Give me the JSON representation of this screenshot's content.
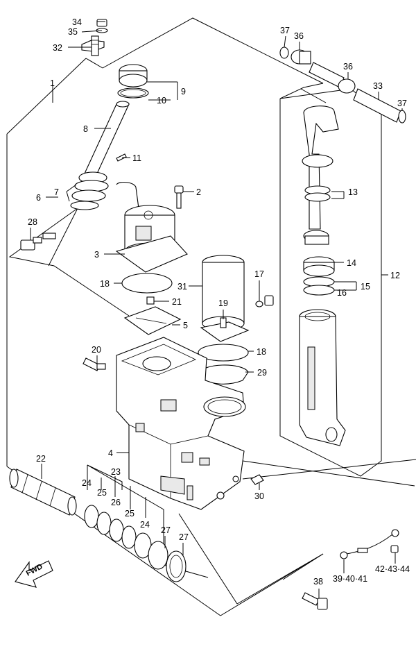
{
  "diagram": {
    "fwd_label": "FWD",
    "callouts": [
      {
        "id": "c1",
        "text": "1"
      },
      {
        "id": "c2",
        "text": "2"
      },
      {
        "id": "c3",
        "text": "3"
      },
      {
        "id": "c4",
        "text": "4"
      },
      {
        "id": "c5",
        "text": "5"
      },
      {
        "id": "c6",
        "text": "6"
      },
      {
        "id": "c7",
        "text": "7"
      },
      {
        "id": "c8",
        "text": "8"
      },
      {
        "id": "c9",
        "text": "9"
      },
      {
        "id": "c10",
        "text": "10"
      },
      {
        "id": "c11",
        "text": "11"
      },
      {
        "id": "c12",
        "text": "12"
      },
      {
        "id": "c13",
        "text": "13"
      },
      {
        "id": "c14",
        "text": "14"
      },
      {
        "id": "c15",
        "text": "15"
      },
      {
        "id": "c16",
        "text": "16"
      },
      {
        "id": "c17",
        "text": "17"
      },
      {
        "id": "c18a",
        "text": "18"
      },
      {
        "id": "c18b",
        "text": "18"
      },
      {
        "id": "c19",
        "text": "19"
      },
      {
        "id": "c20",
        "text": "20"
      },
      {
        "id": "c21",
        "text": "21"
      },
      {
        "id": "c22",
        "text": "22"
      },
      {
        "id": "c23",
        "text": "23"
      },
      {
        "id": "c24a",
        "text": "24"
      },
      {
        "id": "c24b",
        "text": "24"
      },
      {
        "id": "c25a",
        "text": "25"
      },
      {
        "id": "c25b",
        "text": "25"
      },
      {
        "id": "c26",
        "text": "26"
      },
      {
        "id": "c27a",
        "text": "27"
      },
      {
        "id": "c27b",
        "text": "27"
      },
      {
        "id": "c28",
        "text": "28"
      },
      {
        "id": "c29",
        "text": "29"
      },
      {
        "id": "c30",
        "text": "30"
      },
      {
        "id": "c31",
        "text": "31"
      },
      {
        "id": "c32",
        "text": "32"
      },
      {
        "id": "c33",
        "text": "33"
      },
      {
        "id": "c34",
        "text": "34"
      },
      {
        "id": "c35",
        "text": "35"
      },
      {
        "id": "c36a",
        "text": "36"
      },
      {
        "id": "c36b",
        "text": "36"
      },
      {
        "id": "c37a",
        "text": "37"
      },
      {
        "id": "c37b",
        "text": "37"
      },
      {
        "id": "c38",
        "text": "38"
      },
      {
        "id": "c39",
        "text": "39·40·41"
      },
      {
        "id": "c42",
        "text": "42·43·44"
      }
    ]
  }
}
